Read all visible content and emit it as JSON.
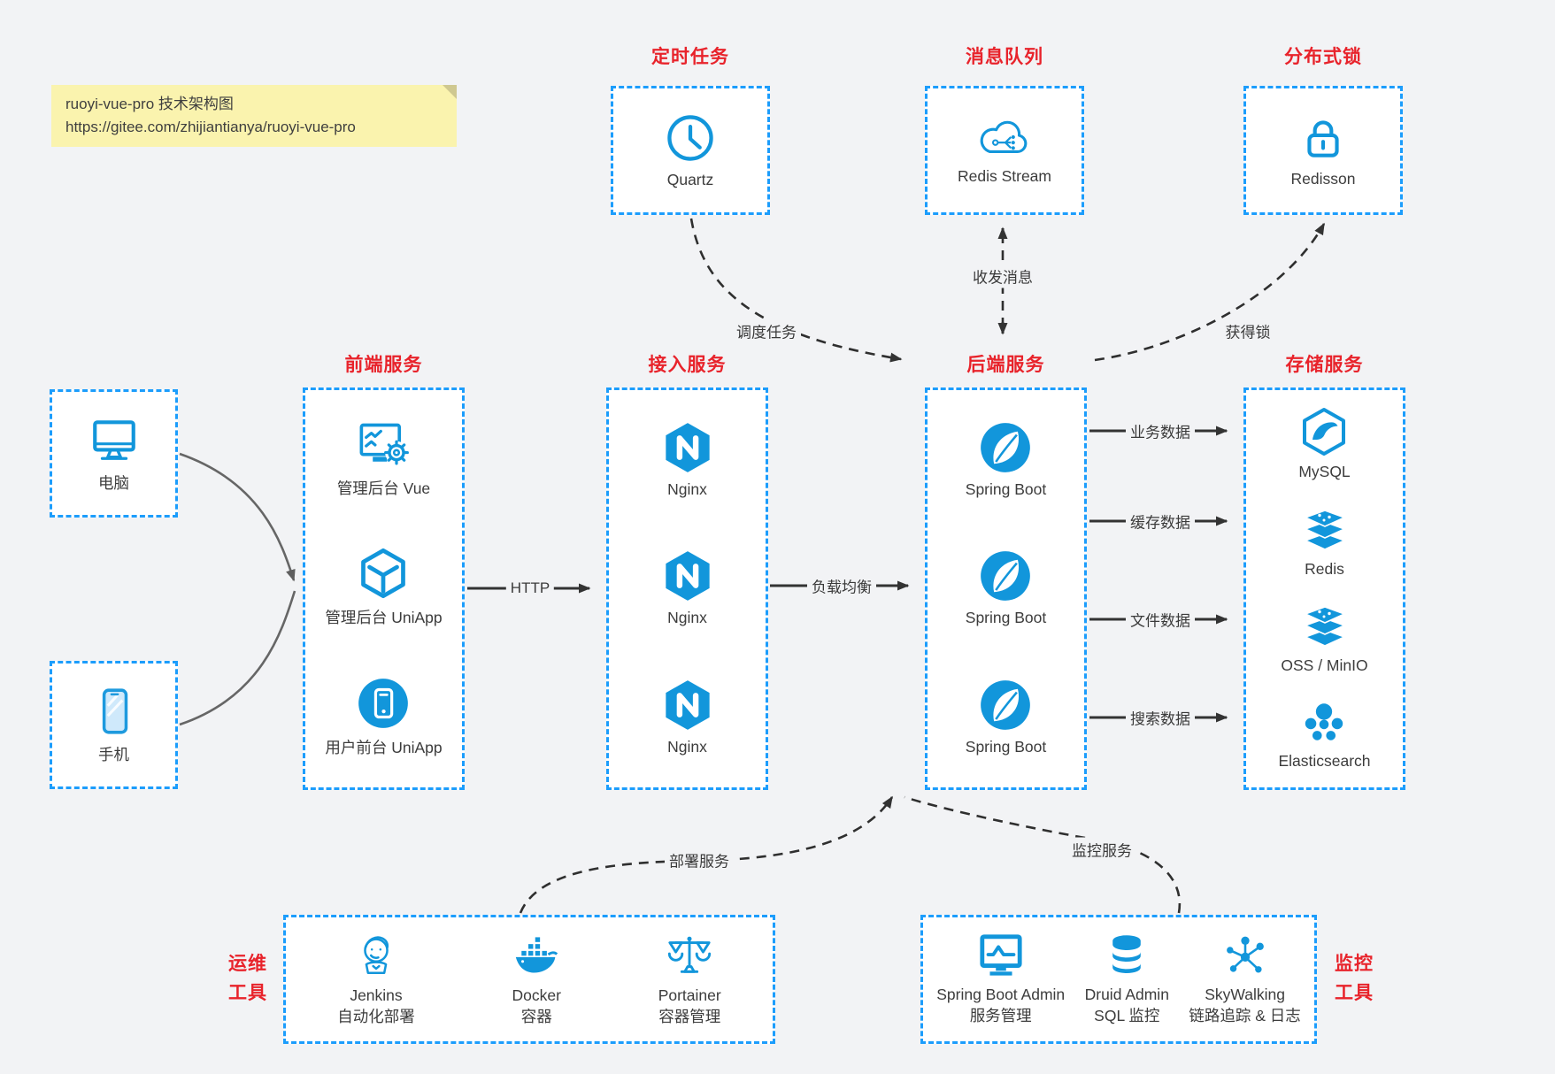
{
  "note": {
    "title": "ruoyi-vue-pro 技术架构图",
    "url": "https://gitee.com/zhijiantianya/ruoyi-vue-pro"
  },
  "groups": {
    "scheduled": {
      "title": "定时任务",
      "item": {
        "label": "Quartz",
        "icon": "clock-icon"
      }
    },
    "mq": {
      "title": "消息队列",
      "item": {
        "label": "Redis Stream",
        "icon": "cloud-network-icon"
      }
    },
    "lock": {
      "title": "分布式锁",
      "item": {
        "label": "Redisson",
        "icon": "lock-icon"
      }
    },
    "clients": {
      "pc": {
        "label": "电脑",
        "icon": "desktop-icon"
      },
      "mobile": {
        "label": "手机",
        "icon": "phone-icon"
      }
    },
    "frontend": {
      "title": "前端服务",
      "items": [
        {
          "label": "管理后台 Vue",
          "icon": "admin-vue-icon"
        },
        {
          "label": "管理后台 UniApp",
          "icon": "uniapp-cube-icon"
        },
        {
          "label": "用户前台 UniApp",
          "icon": "user-frontend-icon"
        }
      ]
    },
    "gateway": {
      "title": "接入服务",
      "items": [
        {
          "label": "Nginx",
          "icon": "nginx-icon"
        },
        {
          "label": "Nginx",
          "icon": "nginx-icon"
        },
        {
          "label": "Nginx",
          "icon": "nginx-icon"
        }
      ]
    },
    "backend": {
      "title": "后端服务",
      "items": [
        {
          "label": "Spring Boot",
          "icon": "spring-boot-icon"
        },
        {
          "label": "Spring Boot",
          "icon": "spring-boot-icon"
        },
        {
          "label": "Spring Boot",
          "icon": "spring-boot-icon"
        }
      ]
    },
    "storage": {
      "title": "存储服务",
      "items": [
        {
          "label": "MySQL",
          "icon": "mysql-icon"
        },
        {
          "label": "Redis",
          "icon": "redis-stack-icon"
        },
        {
          "label": "OSS / MinIO",
          "icon": "oss-minio-stack-icon"
        },
        {
          "label": "Elasticsearch",
          "icon": "elasticsearch-icon"
        }
      ]
    },
    "ops": {
      "title_line1": "运维",
      "title_line2": "工具",
      "items": [
        {
          "label": "Jenkins",
          "sublabel": "自动化部署",
          "icon": "jenkins-icon"
        },
        {
          "label": "Docker",
          "sublabel": "容器",
          "icon": "docker-icon"
        },
        {
          "label": "Portainer",
          "sublabel": "容器管理",
          "icon": "portainer-icon"
        }
      ]
    },
    "monitoring": {
      "title_line1": "监控",
      "title_line2": "工具",
      "items": [
        {
          "label": "Spring Boot Admin",
          "sublabel": "服务管理",
          "icon": "spring-boot-admin-icon"
        },
        {
          "label": "Druid Admin",
          "sublabel": "SQL 监控",
          "icon": "druid-icon"
        },
        {
          "label": "SkyWalking",
          "sublabel": "链路追踪 & 日志",
          "icon": "skywalking-icon"
        }
      ]
    }
  },
  "edges": {
    "http": "HTTP",
    "load_balance": "负载均衡",
    "schedule_task": "调度任务",
    "send_receive_message": "收发消息",
    "acquire_lock": "获得锁",
    "business_data": "业务数据",
    "cache_data": "缓存数据",
    "file_data": "文件数据",
    "search_data": "搜索数据",
    "deploy_service": "部署服务",
    "monitor_service": "监控服务"
  },
  "colors": {
    "icon_blue": "#1296db",
    "border_blue": "#1c9dfc",
    "title_red": "#e8232b",
    "background": "#f2f3f5",
    "connector_dark": "#333333",
    "client_arrow_gray": "#666666",
    "note_bg": "#faf3ae"
  }
}
